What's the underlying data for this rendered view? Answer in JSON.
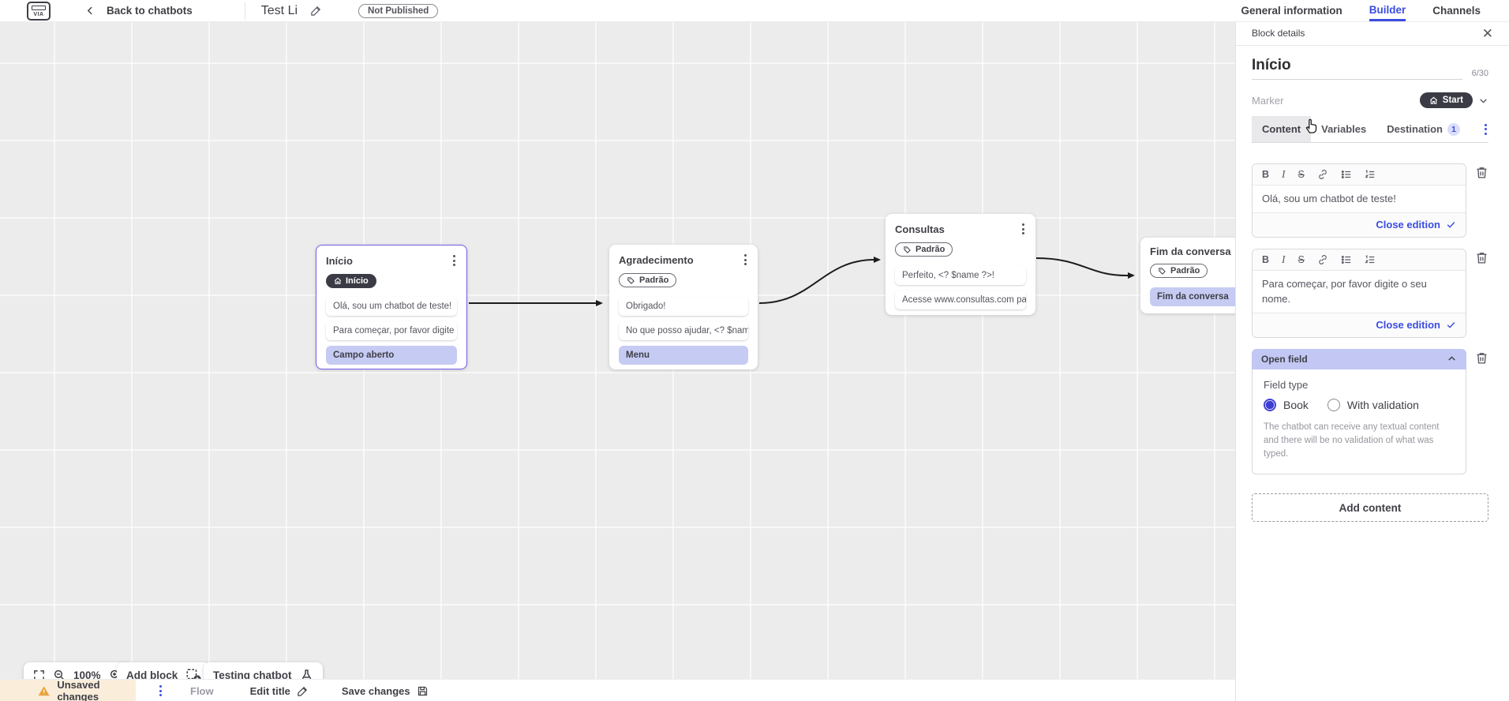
{
  "topbar": {
    "back_label": "Back to chatbots",
    "chatbot_title": "Test Li",
    "status_badge": "Not Published",
    "nav_tabs": [
      {
        "label": "General information",
        "active": false
      },
      {
        "label": "Builder",
        "active": true
      },
      {
        "label": "Channels",
        "active": false
      }
    ]
  },
  "canvas": {
    "blocks": [
      {
        "title": "Início",
        "marker": "Início",
        "rows": [
          {
            "text": "Olá, sou um chatbot de teste!"
          },
          {
            "text": "Para começar, por favor digite o ..."
          },
          {
            "text": "Campo aberto"
          }
        ]
      },
      {
        "title": "Agradecimento",
        "marker": "Padrão",
        "rows": [
          {
            "text": "Obrigado!"
          },
          {
            "text": "No que posso ajudar, <? $name ..."
          },
          {
            "text": "Menu"
          }
        ]
      },
      {
        "title": "Consultas",
        "marker": "Padrão",
        "rows": [
          {
            "text": "Perfeito, <? $name ?>!"
          },
          {
            "text": "Acesse www.consultas.com par..."
          }
        ]
      },
      {
        "title": "Fim da conversa",
        "marker": "Padrão",
        "rows": [
          {
            "text": "Fim da conversa"
          }
        ]
      }
    ],
    "zoom_level": "100%",
    "add_block_label": "Add block",
    "testing_label": "Testing chatbot"
  },
  "panel": {
    "header": "Block details",
    "close_glyph": "✕",
    "block_name": "Início",
    "char_counter": "6/30",
    "marker_label": "Marker",
    "marker_value": "Start",
    "tabs": [
      {
        "label": "Content",
        "active": true
      },
      {
        "label": "Variables",
        "active": false
      },
      {
        "label": "Destination",
        "active": false,
        "badge": "1"
      }
    ],
    "toolbar_icons": [
      {
        "name": "bold",
        "glyph": "B"
      },
      {
        "name": "italic",
        "glyph": "I"
      },
      {
        "name": "strikethrough",
        "glyph": "S"
      }
    ],
    "editors": [
      {
        "text": "Olá, sou um chatbot de teste!",
        "close_label": "Close edition"
      },
      {
        "text": "Para começar, por favor digite o seu nome.",
        "close_label": "Close edition"
      }
    ],
    "open_field": {
      "title": "Open field",
      "field_type_label": "Field type",
      "options": [
        {
          "label": "Book",
          "selected": true
        },
        {
          "label": "With validation",
          "selected": false
        }
      ],
      "description": "The chatbot can receive any textual content and there will be no validation of what was typed."
    },
    "add_content_label": "Add content"
  },
  "statusbar": {
    "unsaved_label": "Unsaved changes",
    "flow_label": "Flow",
    "edit_title_label": "Edit title",
    "save_label": "Save changes"
  },
  "colors": {
    "accent_purple": "#6f60e8",
    "accent_blue": "#3b4de0",
    "lavender_row": "#c6cbf3",
    "open_field_header": "#c2c8f3",
    "dark_pill": "#3b3b46",
    "warning_bg": "#faeedb",
    "warning_icon": "#e8a33d",
    "canvas_bg": "#ececec"
  }
}
